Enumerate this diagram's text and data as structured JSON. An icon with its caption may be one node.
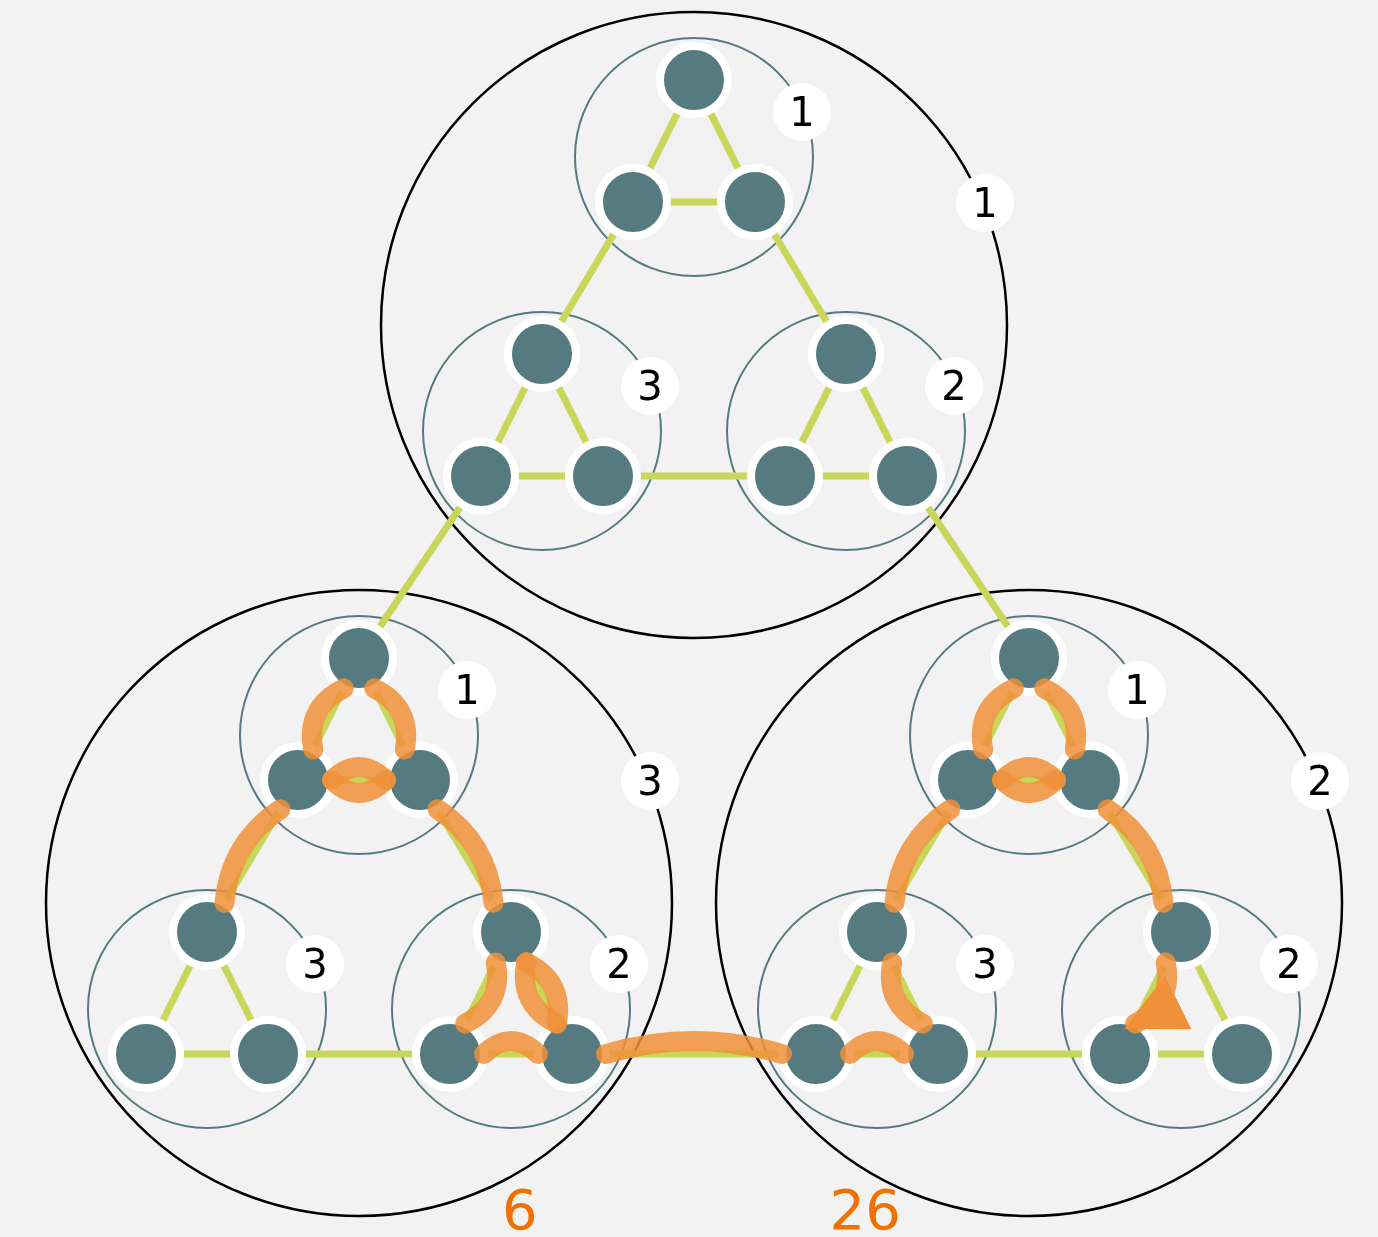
{
  "diagram": {
    "nodes": [
      {
        "text": [
          "1"
        ]
      },
      {
        "text": [
          "1"
        ],
        "in": 0
      },
      {
        "text": [],
        "shape": "circle",
        "in": 1
      },
      {
        "text": [],
        "shape": "circle",
        "in": 1
      },
      {
        "text": [],
        "shape": "circle",
        "in": 1
      },
      {
        "text": [
          "3"
        ],
        "in": 0
      },
      {
        "text": [],
        "shape": "circle",
        "in": 5
      },
      {
        "text": [],
        "shape": "circle",
        "in": 5
      },
      {
        "text": [],
        "shape": "circle",
        "in": 5
      },
      {
        "text": [
          "2"
        ],
        "in": 0
      },
      {
        "text": [],
        "shape": "circle",
        "in": 9
      },
      {
        "text": [],
        "shape": "circle",
        "in": 9
      },
      {
        "text": [],
        "shape": "circle",
        "in": 9
      },
      {
        "text": [
          "3"
        ]
      },
      {
        "text": [
          "1"
        ],
        "in": 13
      },
      {
        "text": [],
        "shape": "circle",
        "in": 14
      },
      {
        "text": [],
        "shape": "circle",
        "in": 14
      },
      {
        "text": [],
        "shape": "circle",
        "in": 14
      },
      {
        "text": [
          "3"
        ],
        "in": 13
      },
      {
        "text": [],
        "shape": "circle",
        "in": 18
      },
      {
        "text": [],
        "shape": "circle",
        "in": 18
      },
      {
        "text": [],
        "shape": "circle",
        "in": 18
      },
      {
        "text": [
          "2"
        ],
        "in": 13
      },
      {
        "text": [],
        "shape": "circle",
        "in": 22
      },
      {
        "text": [],
        "shape": "circle",
        "in": 22
      },
      {
        "text": [],
        "shape": "circle",
        "in": 22
      },
      {
        "text": [
          "2"
        ]
      },
      {
        "text": [
          "1"
        ],
        "in": 26
      },
      {
        "text": [],
        "shape": "circle",
        "in": 27
      },
      {
        "text": [],
        "shape": "circle",
        "in": 27
      },
      {
        "text": [],
        "shape": "circle",
        "in": 27
      },
      {
        "text": [
          "3"
        ],
        "in": 26
      },
      {
        "text": [],
        "shape": "circle",
        "in": 31
      },
      {
        "text": [],
        "shape": "circle",
        "in": 31
      },
      {
        "text": [],
        "shape": "circle",
        "in": 31
      },
      {
        "text": [
          "2"
        ],
        "in": 26
      },
      {
        "text": [],
        "shape": "circle",
        "in": 35
      },
      {
        "text": [],
        "shape": "circle",
        "in": 35
      },
      {
        "text": [],
        "shape": "circle",
        "in": 35
      }
    ],
    "edges": [
      {
        "from": 2,
        "to": 3,
        "arrow": "none"
      },
      {
        "from": 2,
        "to": 4,
        "arrow": "none"
      },
      {
        "from": 3,
        "to": 4,
        "arrow": "none"
      },
      {
        "from": 6,
        "to": 7,
        "arrow": "none"
      },
      {
        "from": 6,
        "to": 8,
        "arrow": "none"
      },
      {
        "from": 7,
        "to": 8,
        "arrow": "none"
      },
      {
        "from": 10,
        "to": 11,
        "arrow": "none"
      },
      {
        "from": 10,
        "to": 12,
        "arrow": "none"
      },
      {
        "from": 11,
        "to": 12,
        "arrow": "none"
      },
      {
        "from": 3,
        "to": 6,
        "arrow": "none"
      },
      {
        "from": 4,
        "to": 10,
        "arrow": "none"
      },
      {
        "from": 8,
        "to": 11,
        "arrow": "none"
      },
      {
        "from": 15,
        "to": 16,
        "arrow": "none"
      },
      {
        "from": 15,
        "to": 17,
        "arrow": "none"
      },
      {
        "from": 16,
        "to": 17,
        "arrow": "none"
      },
      {
        "from": 19,
        "to": 20,
        "arrow": "none"
      },
      {
        "from": 19,
        "to": 21,
        "arrow": "none"
      },
      {
        "from": 20,
        "to": 21,
        "arrow": "none"
      },
      {
        "from": 23,
        "to": 24,
        "arrow": "none"
      },
      {
        "from": 23,
        "to": 25,
        "arrow": "none"
      },
      {
        "from": 24,
        "to": 25,
        "arrow": "none"
      },
      {
        "from": 16,
        "to": 19,
        "arrow": "none"
      },
      {
        "from": 17,
        "to": 23,
        "arrow": "none"
      },
      {
        "from": 21,
        "to": 24,
        "arrow": "none"
      },
      {
        "from": 28,
        "to": 29,
        "arrow": "none"
      },
      {
        "from": 28,
        "to": 30,
        "arrow": "none"
      },
      {
        "from": 29,
        "to": 30,
        "arrow": "none"
      },
      {
        "from": 32,
        "to": 33,
        "arrow": "none"
      },
      {
        "from": 32,
        "to": 34,
        "arrow": "none"
      },
      {
        "from": 33,
        "to": 34,
        "arrow": "none"
      },
      {
        "from": 36,
        "to": 37,
        "arrow": "none"
      },
      {
        "from": 36,
        "to": 38,
        "arrow": "none"
      },
      {
        "from": 37,
        "to": 38,
        "arrow": "none"
      },
      {
        "from": 29,
        "to": 32,
        "arrow": "none"
      },
      {
        "from": 30,
        "to": 36,
        "arrow": "none"
      },
      {
        "from": 34,
        "to": 37,
        "arrow": "none"
      },
      {
        "from": 7,
        "to": 15,
        "arrow": "none"
      },
      {
        "from": 12,
        "to": 28,
        "arrow": "none"
      },
      {
        "from": 25,
        "to": 33,
        "arrow": "none"
      },
      {
        "from": 19,
        "to": 16,
        "arrow": "none",
        "style": "thick",
        "color": "#f0913a"
      },
      {
        "from": 16,
        "to": 15,
        "arrow": "none",
        "style": "thick",
        "color": "#f0913a"
      },
      {
        "from": 15,
        "to": 17,
        "arrow": "none",
        "style": "thick",
        "color": "#f0913a"
      },
      {
        "from": 17,
        "to": 16,
        "arrow": "none",
        "style": "thick",
        "color": "#f0913a"
      },
      {
        "from": 16,
        "to": 17,
        "arrow": "none",
        "style": "thick",
        "color": "#f0913a"
      },
      {
        "from": 17,
        "to": 23,
        "arrow": "none",
        "style": "thick",
        "color": "#f0913a"
      },
      {
        "from": 23,
        "to": 24,
        "arrow": "none",
        "style": "thick",
        "color": "#f0913a"
      },
      {
        "from": 24,
        "to": 25,
        "arrow": "none",
        "style": "thick",
        "color": "#f0913a"
      },
      {
        "from": 25,
        "to": 23,
        "arrow": "none",
        "style": "thick",
        "color": "#f0913a"
      },
      {
        "from": 23,
        "to": 25,
        "arrow": "none",
        "style": "thick",
        "color": "#f0913a"
      },
      {
        "from": 25,
        "to": 33,
        "arrow": "none",
        "style": "thick",
        "color": "#f0913a"
      },
      {
        "from": 33,
        "to": 34,
        "arrow": "none",
        "style": "thick",
        "color": "#f0913a"
      },
      {
        "from": 34,
        "to": 32,
        "arrow": "none",
        "style": "thick",
        "color": "#f0913a"
      },
      {
        "from": 32,
        "to": 29,
        "arrow": "none",
        "style": "thick",
        "color": "#f0913a"
      },
      {
        "from": 29,
        "to": 28,
        "arrow": "none",
        "style": "thick",
        "color": "#f0913a"
      },
      {
        "from": 28,
        "to": 30,
        "arrow": "none",
        "style": "thick",
        "color": "#f0913a"
      },
      {
        "from": 30,
        "to": 29,
        "arrow": "none",
        "style": "thick",
        "color": "#f0913a"
      },
      {
        "from": 29,
        "to": 30,
        "arrow": "none",
        "style": "thick",
        "color": "#f0913a"
      },
      {
        "from": 30,
        "to": 36,
        "arrow": "none",
        "style": "thick",
        "color": "#f0913a"
      },
      {
        "from": 36,
        "to": 37,
        "arrow": "to",
        "style": "thick",
        "color": "#f0913a"
      }
    ],
    "labels": [
      "6",
      "26"
    ]
  }
}
